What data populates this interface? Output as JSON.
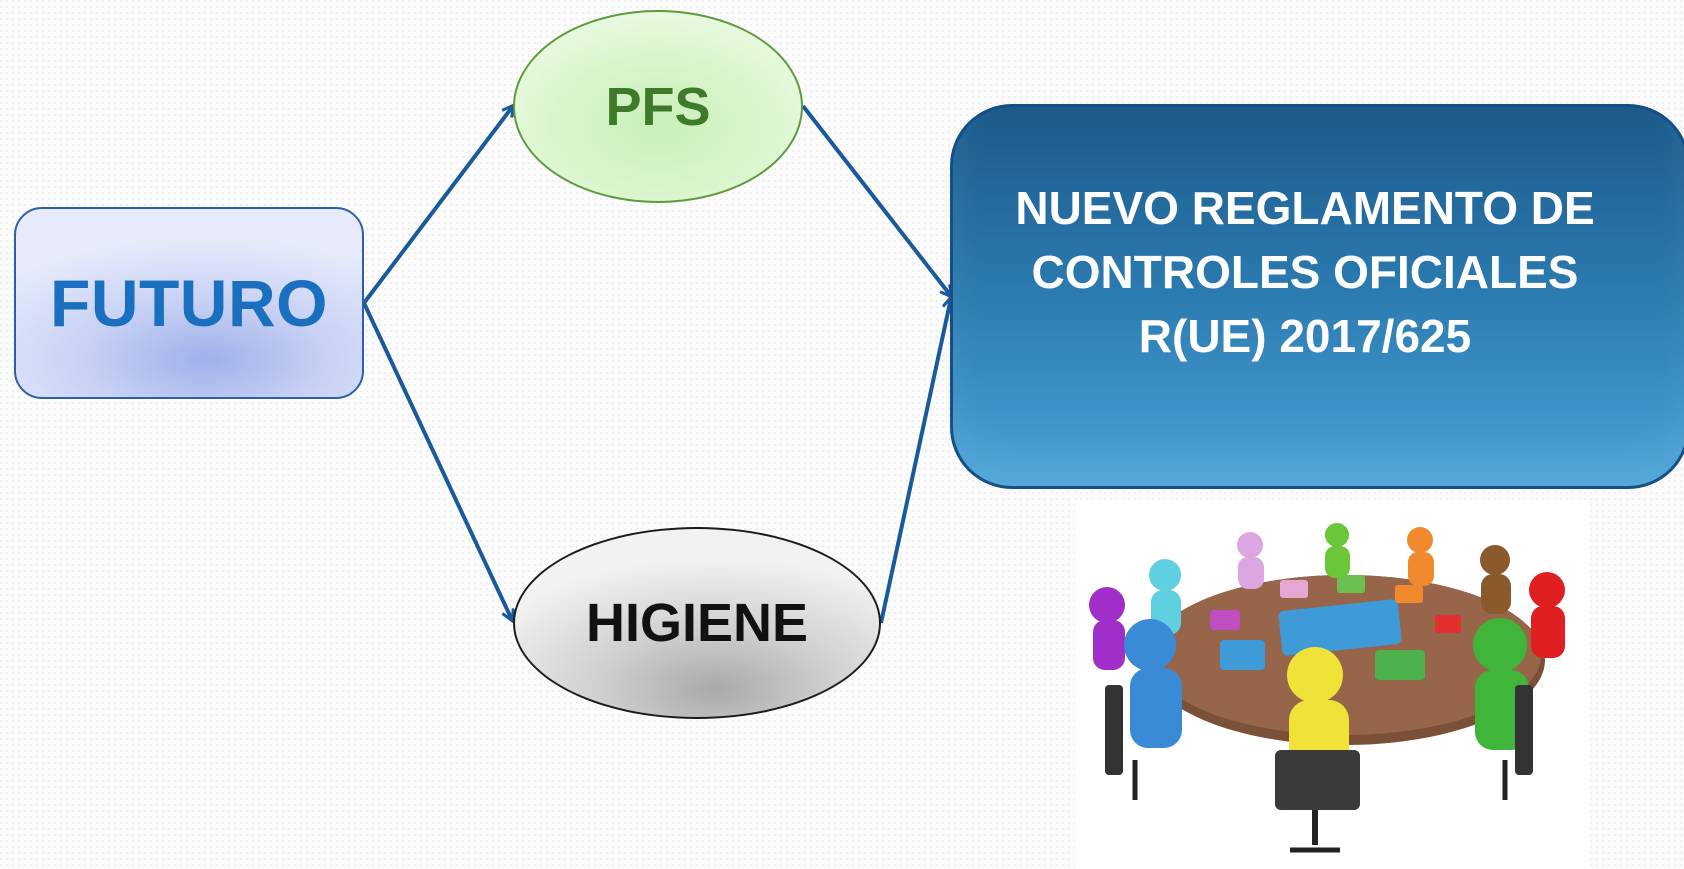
{
  "nodes": {
    "futuro": "FUTURO",
    "pfs": "PFS",
    "higiene": "HIGIENE",
    "reglamento": {
      "line1": "NUEVO REGLAMENTO DE",
      "line2": "CONTROLES OFICIALES",
      "line3": "R(UE) 2017/625"
    }
  },
  "edges": [
    {
      "from": "futuro",
      "to": "pfs"
    },
    {
      "from": "futuro",
      "to": "higiene"
    },
    {
      "from": "pfs",
      "to": "reglamento"
    },
    {
      "from": "higiene",
      "to": "reglamento"
    }
  ],
  "colors": {
    "arrow": "#1b5a9a",
    "futuro_text": "#1a6fbe",
    "pfs_text": "#3e7a2a",
    "higiene_text": "#111111",
    "reglamento_fill": "#2a78ad"
  },
  "image": {
    "description_icon": "meeting-table-puzzle-illustration"
  }
}
